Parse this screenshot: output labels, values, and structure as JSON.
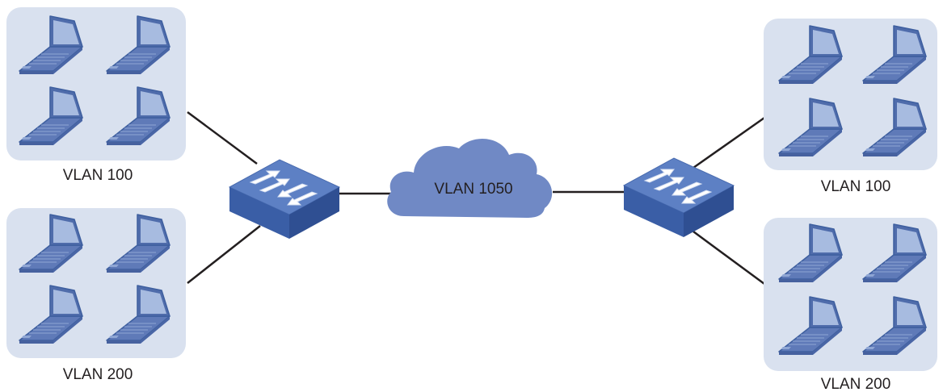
{
  "diagram": {
    "colors": {
      "group_bg": "#d9e1ef",
      "laptop_fill": "#5f7ab8",
      "laptop_screen": "#a7bbe0",
      "laptop_outline": "#3e5f9f",
      "switch_top": "#5d80c4",
      "switch_side": "#3a5ea6",
      "cloud": "#7089c5",
      "link": "#231f20",
      "text": "#231f20"
    },
    "cloud": {
      "label": "VLAN 1050",
      "icon": "cloud-icon"
    },
    "switches": [
      {
        "id": "left-switch",
        "icon": "switch-icon"
      },
      {
        "id": "right-switch",
        "icon": "switch-icon"
      }
    ],
    "groups": [
      {
        "id": "left-top",
        "label": "VLAN 100",
        "devices": 4,
        "icon": "laptop-icon"
      },
      {
        "id": "left-bottom",
        "label": "VLAN 200",
        "devices": 4,
        "icon": "laptop-icon"
      },
      {
        "id": "right-top",
        "label": "VLAN 100",
        "devices": 4,
        "icon": "laptop-icon"
      },
      {
        "id": "right-bottom",
        "label": "VLAN 200",
        "devices": 4,
        "icon": "laptop-icon"
      }
    ]
  }
}
